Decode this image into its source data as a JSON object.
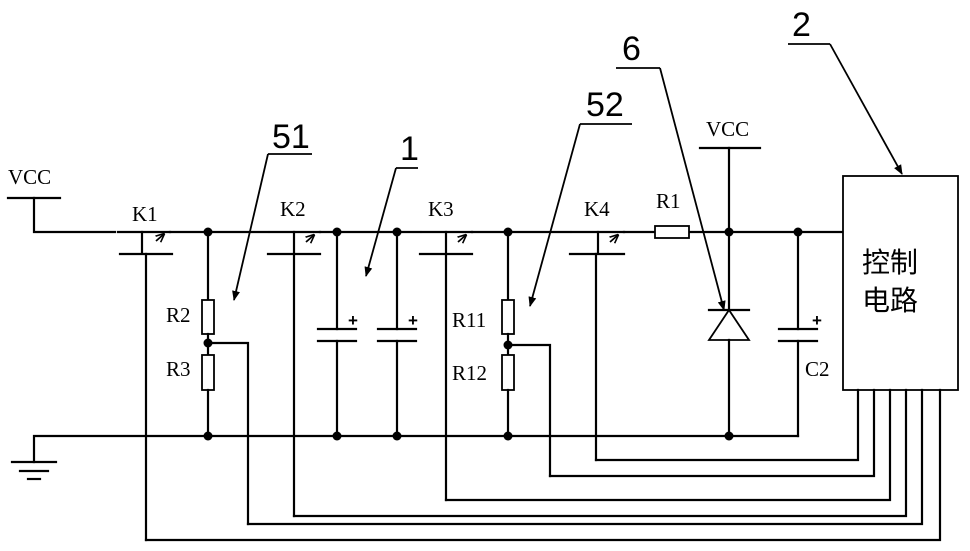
{
  "labels": {
    "vcc_left": "VCC",
    "vcc_right": "VCC",
    "k1": "K1",
    "k2": "K2",
    "k3": "K3",
    "k4": "K4",
    "r1": "R1",
    "r2": "R2",
    "r3": "R3",
    "r11": "R11",
    "r12": "R12",
    "c2": "C2",
    "plus": "+"
  },
  "callouts": {
    "c1": "1",
    "c2": "2",
    "c6": "6",
    "c51": "51",
    "c52": "52"
  },
  "control_block": {
    "line1": "控制",
    "line2": "电路"
  }
}
